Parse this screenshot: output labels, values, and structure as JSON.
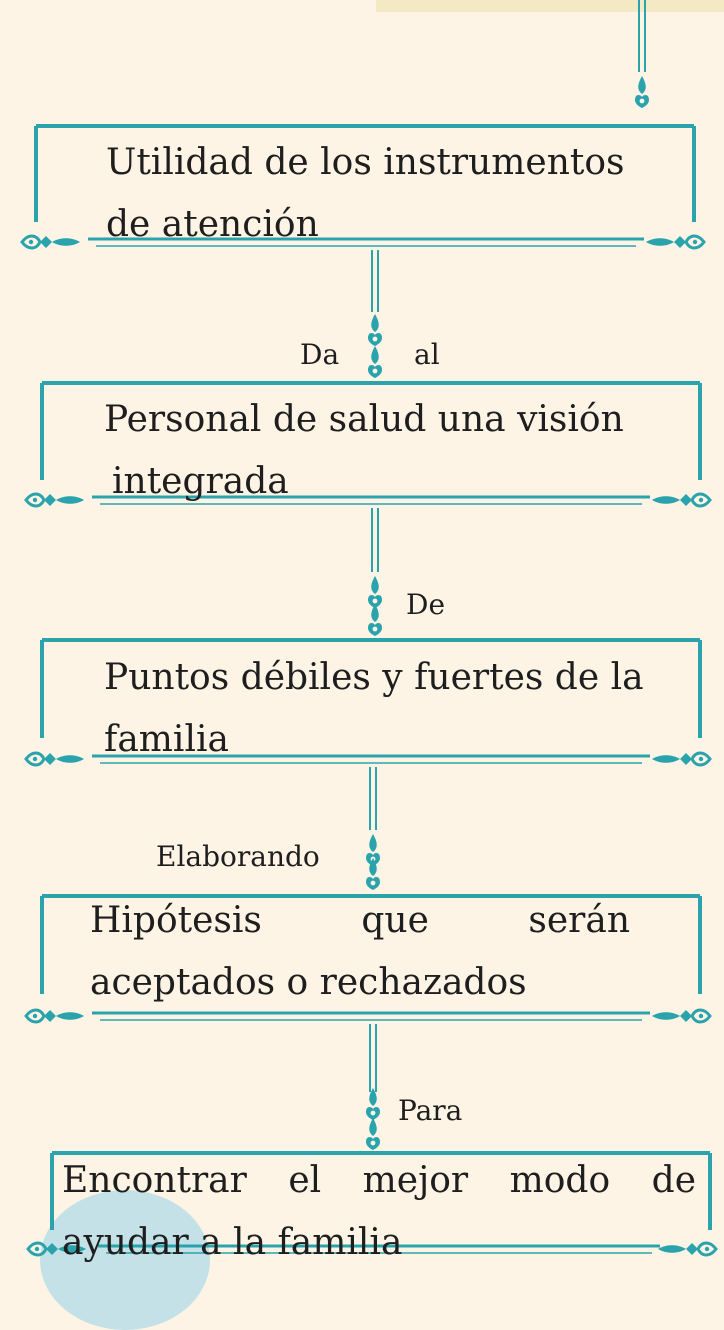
{
  "diagram": {
    "boxes": [
      {
        "line1": "Utilidad de los instrumentos",
        "line2": "de atención"
      },
      {
        "line1": "Personal de salud una visión",
        "line2": "integrada"
      },
      {
        "line1": "Puntos débiles y fuertes de la",
        "line2": "familia"
      },
      {
        "line1": "Hipótesis que serán",
        "line2": "aceptados o rechazados"
      },
      {
        "line1": "Encontrar el mejor modo de",
        "line2": "ayudar a la familia"
      }
    ],
    "connectors": {
      "c1_left": "Da",
      "c1_right": "al",
      "c2": "De",
      "c3": "Elaborando",
      "c4": "Para"
    },
    "colors": {
      "accent": "#2aa3ad",
      "background": "#fdf4e6",
      "text": "#1e1e1e"
    }
  }
}
